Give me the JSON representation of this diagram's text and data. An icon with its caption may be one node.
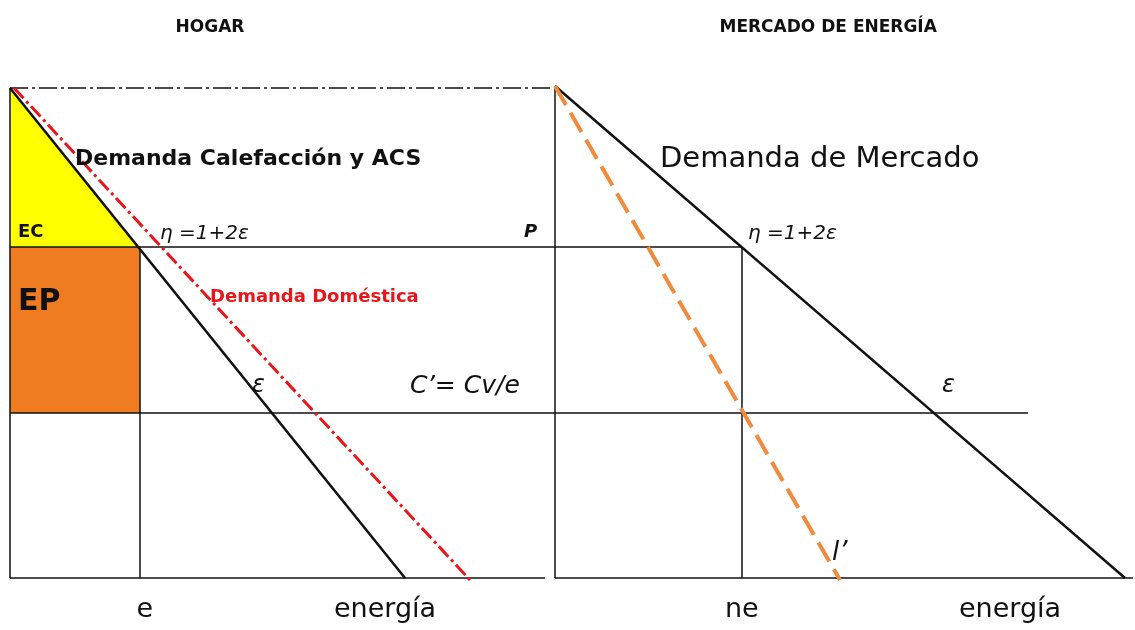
{
  "diagram": {
    "nodes": [
      {
        "text": [
          "EC"
        ]
      },
      {
        "text": [
          "EP"
        ]
      }
    ],
    "labels": [
      "HOGAR",
      "MERCADO DE ENERGÍA",
      "Demanda Calefacción y ACS",
      "Demanda de Mercado",
      "η =1+2ε",
      "P",
      "η =1+2ε",
      "Demanda Doméstica",
      "C’= Cv/e",
      "ε",
      "ε",
      "l’",
      "e",
      "energía",
      "ne",
      "energía"
    ]
  }
}
